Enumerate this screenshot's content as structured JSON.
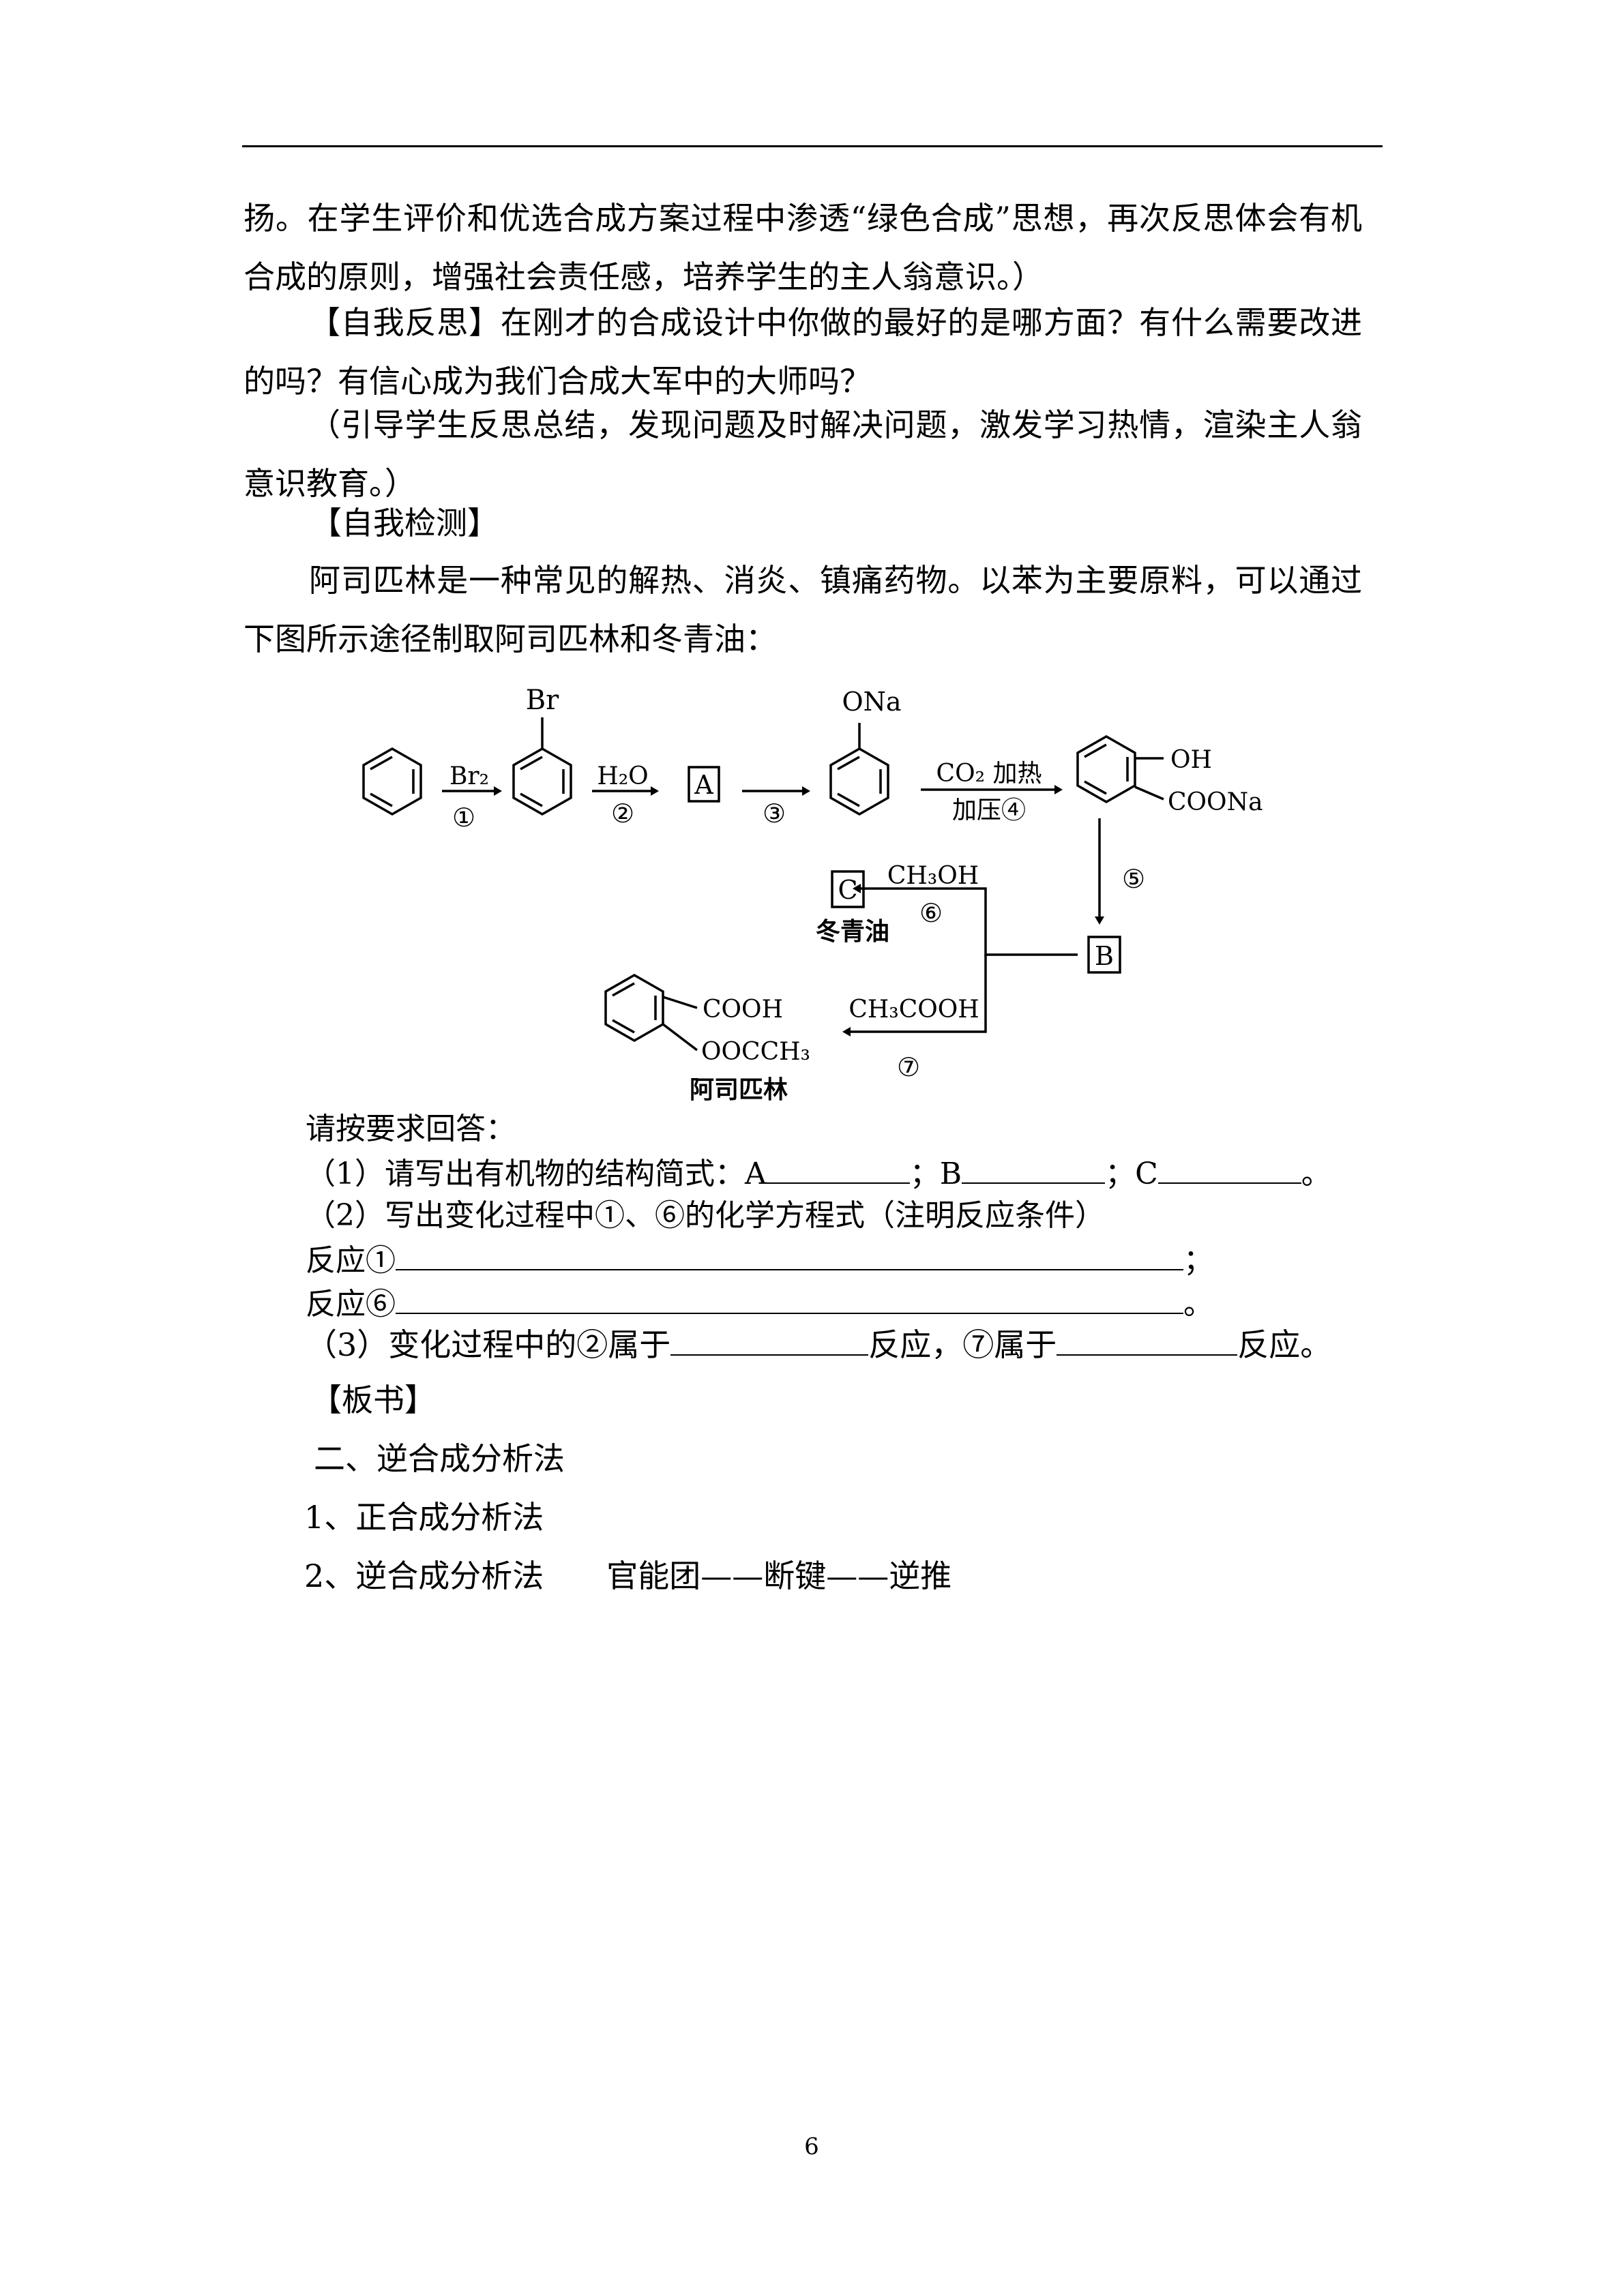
{
  "body": {
    "p1": "扬。在学生评价和优选合成方案过程中渗透“绿色合成”思想，再次反思体会有机合成的原则，增强社会责任感，培养学生的主人翁意识。）",
    "p2": "【自我反思】在刚才的合成设计中你做的最好的是哪方面？有什么需要改进的吗？有信心成为我们合成大军中的大师吗？",
    "p3": "（引导学生反思总结，发现问题及时解决问题，激发学习热情，渲染主人翁意识教育。）",
    "p4": "【自我检测】",
    "p5": "阿司匹林是一种常见的解热、消炎、镇痛药物。以苯为主要原料，可以通过下图所示途径制取阿司匹林和冬青油："
  },
  "scheme": {
    "br": "Br",
    "br2": "Br₂",
    "step1": "①",
    "h2o": "H₂O",
    "step2": "②",
    "boxA": "A",
    "step3": "③",
    "ona": "ONa",
    "co2heat": "CO₂ 加热",
    "pressure": "加压④",
    "oh": "OH",
    "coona": "COONa",
    "step5": "⑤",
    "boxB": "B",
    "boxC": "C",
    "ch3oh": "CH₃OH",
    "step6": "⑥",
    "wintergreen": "冬青油",
    "ch3cooh": "CH₃COOH",
    "step7": "⑦",
    "cooh": "COOH",
    "oocch3": "OOCCH₃",
    "aspirin": "阿司匹林"
  },
  "questions": {
    "intro": "请按要求回答：",
    "q1": "（1）请写出有机物的结构简式：A",
    "q1_sep1": "；B",
    "q1_sep2": "；C",
    "q1_end": "。",
    "q2": "（2）写出变化过程中①、⑥的化学方程式（注明反应条件）",
    "r1": "反应①",
    "r1_end": "；",
    "r6": "反应⑥",
    "r6_end": "。",
    "q3": "（3）变化过程中的②属于",
    "q3_mid": "反应，⑦属于",
    "q3_end": "反应。"
  },
  "board": {
    "title": "【板书】",
    "line1": "二、逆合成分析法",
    "line2": "1、正合成分析法",
    "line3": "2、逆合成分析法　　官能团——断键——逆推"
  },
  "page_number": "6"
}
